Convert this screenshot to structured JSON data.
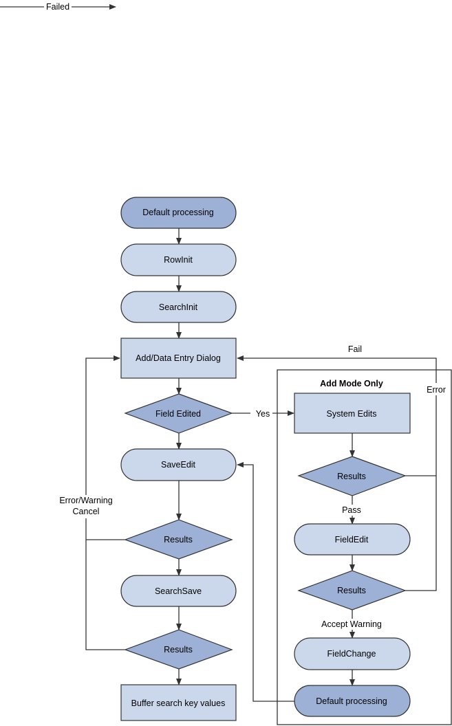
{
  "legend": {
    "label": "Failed"
  },
  "nodes": {
    "default_processing_top": "Default processing",
    "rowinit": "RowInit",
    "searchinit": "SearchInit",
    "add_data_entry": "Add/Data Entry Dialog",
    "field_edited": "Field Edited",
    "saveedit": "SaveEdit",
    "results_1": "Results",
    "searchsave": "SearchSave",
    "results_2": "Results",
    "buffer": "Buffer search key values",
    "system_edits": "System Edits",
    "results_3": "Results",
    "fieldedit": "FieldEdit",
    "results_4": "Results",
    "fieldchange": "FieldChange",
    "default_processing_bottom": "Default processing"
  },
  "group": {
    "title": "Add Mode Only"
  },
  "edge_labels": {
    "yes": "Yes",
    "fail": "Fail",
    "error": "Error",
    "pass": "Pass",
    "accept_warning": "Accept Warning",
    "error_warning_line1": "Error/Warning",
    "error_warning_line2": "Cancel"
  },
  "colors": {
    "dark_fill": "#9db0d6",
    "light_fill": "#cbd8ec",
    "stroke": "#333333"
  }
}
